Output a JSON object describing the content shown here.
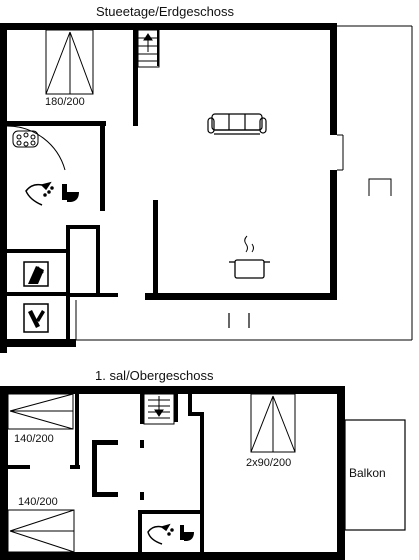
{
  "ground_floor": {
    "title": "Stueetage/Erdgeschoss",
    "bed_label": "180/200"
  },
  "upper_floor": {
    "title": "1. sal/Obergeschoss",
    "bed_left_top_label": "140/200",
    "bed_left_bottom_label": "140/200",
    "bed_right_label": "2x90/200",
    "balcony_label": "Balkon"
  },
  "colors": {
    "wall": "#000000",
    "background": "#ffffff",
    "line": "#000000"
  },
  "icons": [
    "stairs-icon",
    "sofa-icon",
    "stove-icon",
    "shower-icon",
    "toilet-icon",
    "hot-tub-icon",
    "washing-machine-icon",
    "dishwasher-icon",
    "bed-icon",
    "fireplace-icon"
  ]
}
